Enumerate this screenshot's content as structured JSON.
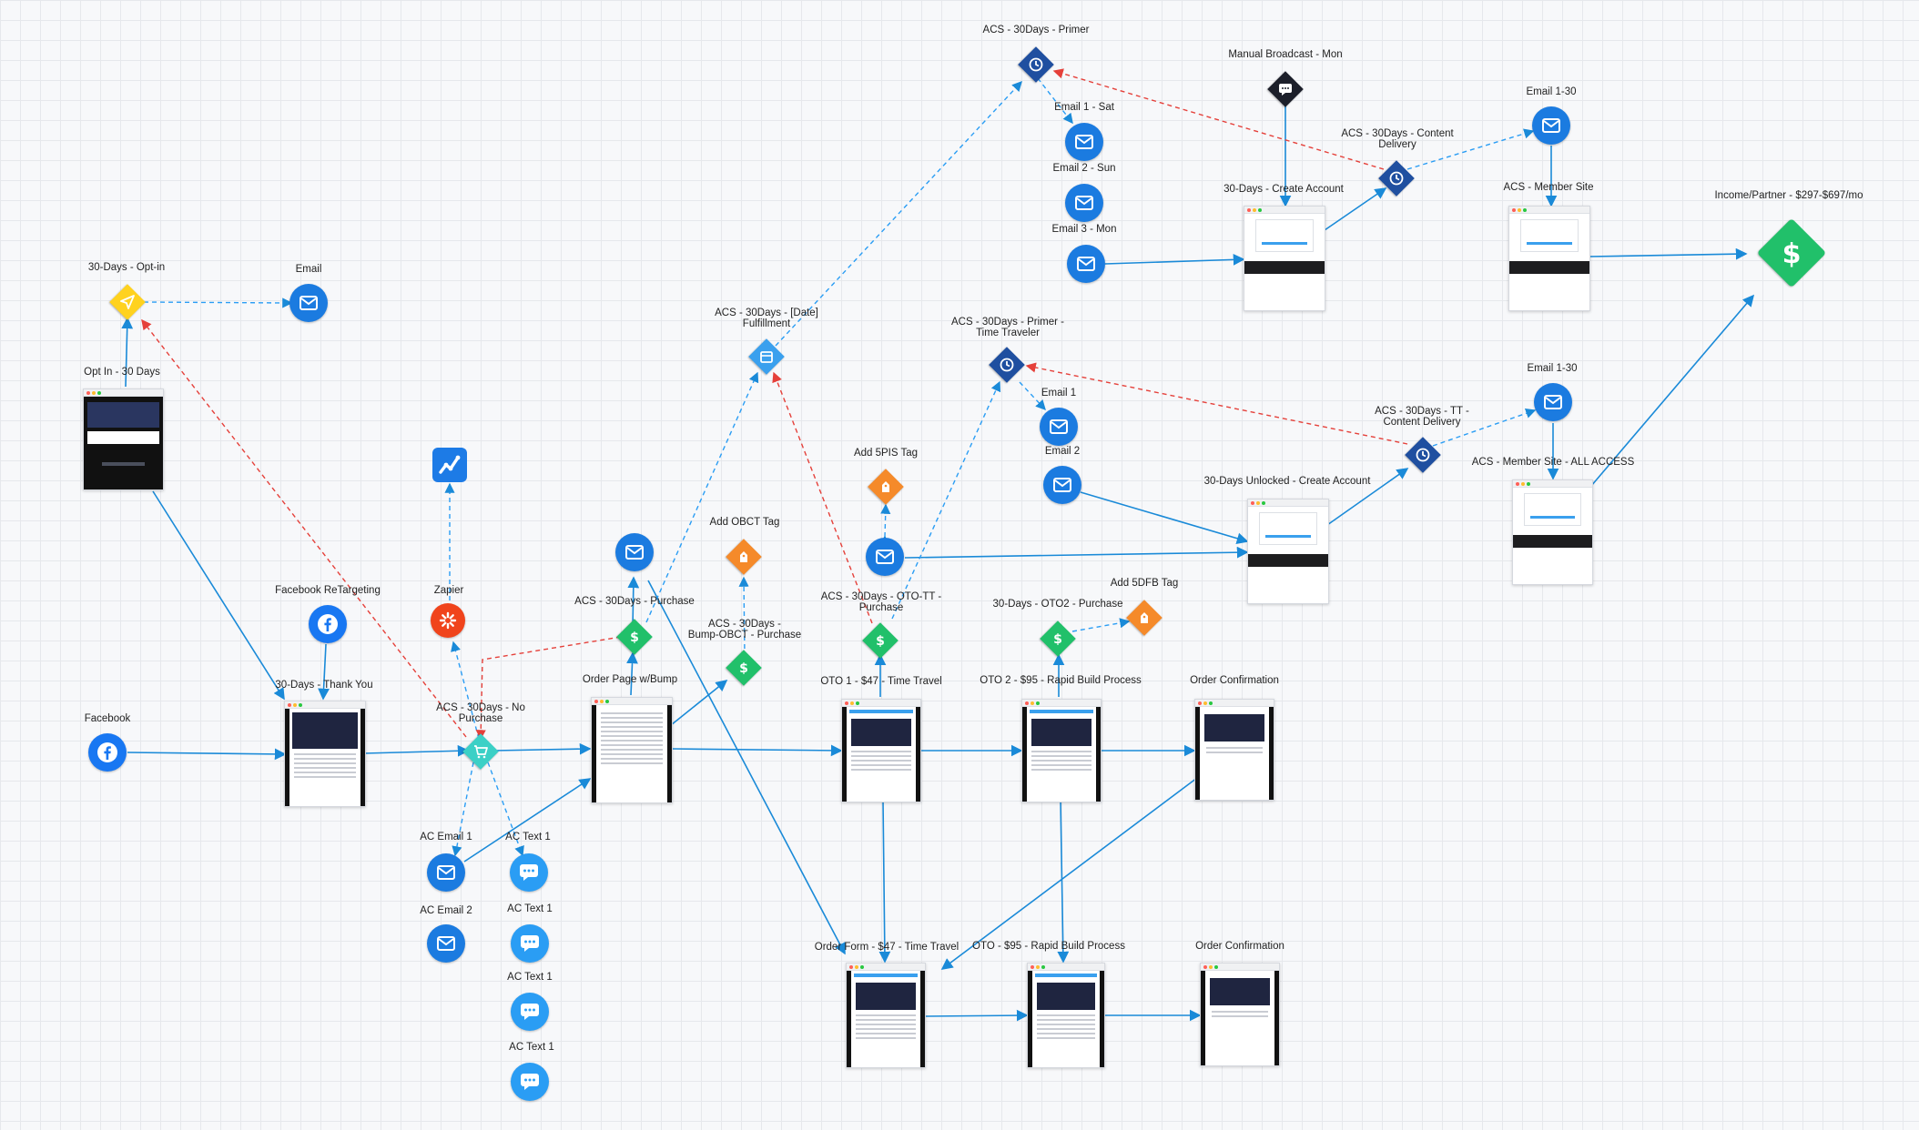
{
  "labels": {
    "primer": "ACS - 30Days - Primer",
    "manual_broadcast": "Manual Broadcast - Mon",
    "email_1_30_top": "Email 1-30",
    "email_1_sat": "Email 1 - Sat",
    "content_delivery": "ACS - 30Days - Content\nDelivery",
    "email_2_sun": "Email 2 - Sun",
    "create_account": "30-Days - Create Account",
    "member_site": "ACS - Member Site",
    "income": "Income/Partner - $297-$697/mo",
    "email_3_mon": "Email 3 - Mon",
    "optin": "30-Days - Opt-in",
    "email_optin": "Email",
    "fulfillment": "ACS - 30Days - [Date]\nFulfillment",
    "primer_tt": "ACS - 30Days - Primer -\nTime Traveler",
    "optin_page": "Opt In - 30 Days",
    "email_1_30_mid": "Email 1-30",
    "email_1": "Email 1",
    "tt_content_delivery": "ACS - 30Days - TT -\nContent Delivery",
    "email_2": "Email 2",
    "member_all_access": "ACS - Member Site - ALL ACCESS",
    "add_5pis": "Add 5PIS Tag",
    "unlocked_create": "30-Days Unlocked - Create Account",
    "add_obct": "Add OBCT Tag",
    "facebook_retargeting": "Facebook ReTargeting",
    "zapier": "Zapier",
    "acs_purchase": "ACS - 30Days - Purchase",
    "oto_tt_purchase": "ACS - 30Days - OTO-TT -\nPurchase",
    "add_5dfb": "Add 5DFB Tag",
    "oto2_purchase": "30-Days - OTO2 - Purchase",
    "bump_obct": "ACS - 30Days -\nBump-OBCT - Purchase",
    "order_page": "Order Page w/Bump",
    "oto1": "OTO 1 - $47 - Time Travel",
    "oto2": "OTO 2 - $95 - Rapid Build Process",
    "order_confirmation_1": "Order Confirmation",
    "thank_you": "30-Days - Thank You",
    "facebook": "Facebook",
    "no_purchase": "ACS - 30Days - No\nPurchase",
    "ac_email_1": "AC Email 1",
    "ac_text_1a": "AC Text 1",
    "ac_email_2": "AC Email 2",
    "ac_text_1b": "AC Text 1",
    "ac_text_1c": "AC Text 1",
    "ac_text_1d": "AC Text 1",
    "order_form_tt": "Order Form - $47 - Time Travel",
    "oto_rapid": "OTO - $95 - Rapid Build Process",
    "order_confirmation_2": "Order Confirmation"
  },
  "colors": {
    "flow_line": "#1a8ad8",
    "dashed_blue": "#2a9df4",
    "dashed_red": "#e5403a",
    "email_node": "#1b7be0",
    "sale_diamond": "#21c06a",
    "tag_diamond": "#f58a2a",
    "timer_diamond": "#1f4fa0"
  },
  "icons": {
    "email": "envelope-icon",
    "sale": "dollar-icon",
    "tag": "tag-icon",
    "timer": "clock-icon",
    "facebook": "facebook-icon",
    "zapier": "zapier-icon",
    "sms": "chat-icon",
    "cart": "cart-icon",
    "send": "paper-plane-icon",
    "broadcast": "chat-bubble-icon",
    "integration": "activecampaign-icon"
  }
}
